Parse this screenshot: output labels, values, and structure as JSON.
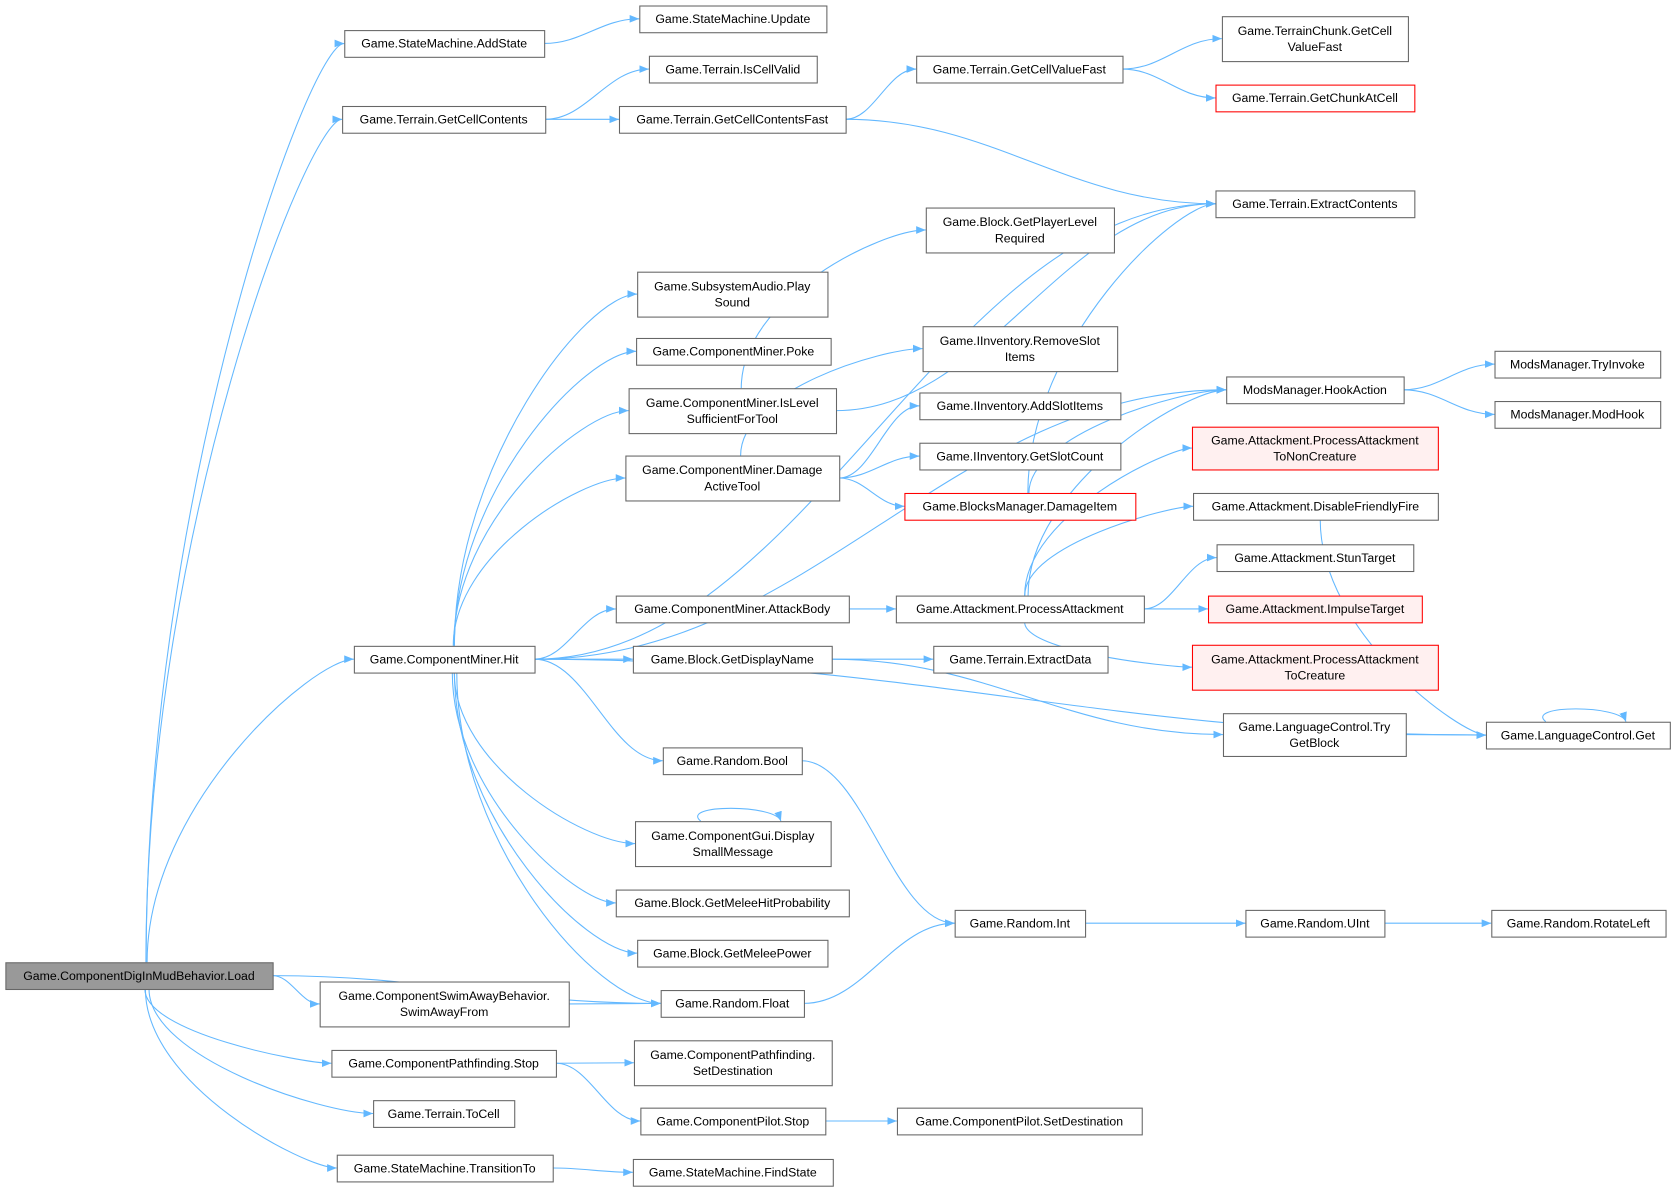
{
  "title": "Call graph of Game.ComponentDigInMudBehavior.Load",
  "colors": {
    "edge": "#63b8ff",
    "root_fill": "#999999",
    "node_border": "#666666",
    "missing_border": "#ff0000"
  },
  "nodes": [
    {
      "id": "load",
      "lines": [
        "Game.ComponentDigInMudBehavior.Load"
      ],
      "style": "root"
    },
    {
      "id": "sm_add",
      "lines": [
        "Game.StateMachine.AddState"
      ]
    },
    {
      "id": "sm_update",
      "lines": [
        "Game.StateMachine.Update"
      ]
    },
    {
      "id": "t_getcc",
      "lines": [
        "Game.Terrain.GetCellContents"
      ]
    },
    {
      "id": "t_valid",
      "lines": [
        "Game.Terrain.IsCellValid"
      ]
    },
    {
      "id": "t_getccf",
      "lines": [
        "Game.Terrain.GetCellContentsFast"
      ]
    },
    {
      "id": "t_gcvf",
      "lines": [
        "Game.Terrain.GetCellValueFast"
      ]
    },
    {
      "id": "tc_gcvf",
      "lines": [
        "Game.TerrainChunk.GetCell",
        "ValueFast"
      ]
    },
    {
      "id": "t_chunk",
      "lines": [
        "Game.Terrain.GetChunkAtCell"
      ],
      "style": "red plain"
    },
    {
      "id": "t_extract",
      "lines": [
        "Game.Terrain.ExtractContents"
      ]
    },
    {
      "id": "b_gplr",
      "lines": [
        "Game.Block.GetPlayerLevel",
        "Required"
      ]
    },
    {
      "id": "audio",
      "lines": [
        "Game.SubsystemAudio.Play",
        "Sound"
      ]
    },
    {
      "id": "poke",
      "lines": [
        "Game.ComponentMiner.Poke"
      ]
    },
    {
      "id": "islevel",
      "lines": [
        "Game.ComponentMiner.IsLevel",
        "SufficientForTool"
      ]
    },
    {
      "id": "damage",
      "lines": [
        "Game.ComponentMiner.Damage",
        "ActiveTool"
      ]
    },
    {
      "id": "removeslot",
      "lines": [
        "Game.IInventory.RemoveSlot",
        "Items"
      ]
    },
    {
      "id": "addslot",
      "lines": [
        "Game.IInventory.AddSlotItems"
      ]
    },
    {
      "id": "getslot",
      "lines": [
        "Game.IInventory.GetSlotCount"
      ]
    },
    {
      "id": "damageitem",
      "lines": [
        "Game.BlocksManager.DamageItem"
      ],
      "style": "red plain"
    },
    {
      "id": "hook",
      "lines": [
        "ModsManager.HookAction"
      ]
    },
    {
      "id": "tryinvoke",
      "lines": [
        "ModsManager.TryInvoke"
      ]
    },
    {
      "id": "modhook",
      "lines": [
        "ModsManager.ModHook"
      ]
    },
    {
      "id": "pa_nc",
      "lines": [
        "Game.Attackment.ProcessAttackment",
        "ToNonCreature"
      ],
      "style": "red"
    },
    {
      "id": "ff",
      "lines": [
        "Game.Attackment.DisableFriendlyFire"
      ]
    },
    {
      "id": "stun",
      "lines": [
        "Game.Attackment.StunTarget"
      ]
    },
    {
      "id": "impulse",
      "lines": [
        "Game.Attackment.ImpulseTarget"
      ],
      "style": "red"
    },
    {
      "id": "pa_c",
      "lines": [
        "Game.Attackment.ProcessAttackment",
        "ToCreature"
      ],
      "style": "red"
    },
    {
      "id": "pa",
      "lines": [
        "Game.Attackment.ProcessAttackment"
      ]
    },
    {
      "id": "attackbody",
      "lines": [
        "Game.ComponentMiner.AttackBody"
      ]
    },
    {
      "id": "hit",
      "lines": [
        "Game.ComponentMiner.Hit"
      ]
    },
    {
      "id": "gdn",
      "lines": [
        "Game.Block.GetDisplayName"
      ]
    },
    {
      "id": "extractdata",
      "lines": [
        "Game.Terrain.ExtractData"
      ]
    },
    {
      "id": "lc_try",
      "lines": [
        "Game.LanguageControl.Try",
        "GetBlock"
      ]
    },
    {
      "id": "lc_get",
      "lines": [
        "Game.LanguageControl.Get"
      ]
    },
    {
      "id": "rbool",
      "lines": [
        "Game.Random.Bool"
      ]
    },
    {
      "id": "gui",
      "lines": [
        "Game.ComponentGui.Display",
        "SmallMessage"
      ]
    },
    {
      "id": "melee_prob",
      "lines": [
        "Game.Block.GetMeleeHitProbability"
      ]
    },
    {
      "id": "melee_pow",
      "lines": [
        "Game.Block.GetMeleePower"
      ]
    },
    {
      "id": "rint",
      "lines": [
        "Game.Random.Int"
      ]
    },
    {
      "id": "ruint",
      "lines": [
        "Game.Random.UInt"
      ]
    },
    {
      "id": "rotate",
      "lines": [
        "Game.Random.RotateLeft"
      ]
    },
    {
      "id": "rfloat",
      "lines": [
        "Game.Random.Float"
      ]
    },
    {
      "id": "swim",
      "lines": [
        "Game.ComponentSwimAwayBehavior.",
        "SwimAwayFrom"
      ]
    },
    {
      "id": "pf_stop",
      "lines": [
        "Game.ComponentPathfinding.Stop"
      ]
    },
    {
      "id": "pf_set",
      "lines": [
        "Game.ComponentPathfinding.",
        "SetDestination"
      ]
    },
    {
      "id": "tocell",
      "lines": [
        "Game.Terrain.ToCell"
      ]
    },
    {
      "id": "pilot_stop",
      "lines": [
        "Game.ComponentPilot.Stop"
      ]
    },
    {
      "id": "pilot_set",
      "lines": [
        "Game.ComponentPilot.SetDestination"
      ]
    },
    {
      "id": "transition",
      "lines": [
        "Game.StateMachine.TransitionTo"
      ]
    },
    {
      "id": "findstate",
      "lines": [
        "Game.StateMachine.FindState"
      ]
    }
  ],
  "edges": [
    [
      "load",
      "sm_add"
    ],
    [
      "load",
      "t_getcc"
    ],
    [
      "load",
      "hit"
    ],
    [
      "load",
      "rfloat"
    ],
    [
      "load",
      "swim"
    ],
    [
      "load",
      "pf_stop"
    ],
    [
      "load",
      "tocell"
    ],
    [
      "load",
      "transition"
    ],
    [
      "sm_add",
      "sm_update"
    ],
    [
      "t_getcc",
      "t_valid"
    ],
    [
      "t_getcc",
      "t_getccf"
    ],
    [
      "t_getccf",
      "t_gcvf"
    ],
    [
      "t_getccf",
      "t_extract"
    ],
    [
      "t_gcvf",
      "tc_gcvf"
    ],
    [
      "t_gcvf",
      "t_chunk"
    ],
    [
      "hit",
      "t_extract"
    ],
    [
      "hit",
      "audio"
    ],
    [
      "hit",
      "poke"
    ],
    [
      "hit",
      "islevel"
    ],
    [
      "hit",
      "damage"
    ],
    [
      "hit",
      "hook"
    ],
    [
      "hit",
      "attackbody"
    ],
    [
      "hit",
      "gdn"
    ],
    [
      "hit",
      "lc_get"
    ],
    [
      "hit",
      "rbool"
    ],
    [
      "hit",
      "gui"
    ],
    [
      "hit",
      "melee_prob"
    ],
    [
      "hit",
      "melee_pow"
    ],
    [
      "hit",
      "rfloat"
    ],
    [
      "islevel",
      "b_gplr"
    ],
    [
      "islevel",
      "t_extract"
    ],
    [
      "damage",
      "removeslot"
    ],
    [
      "damage",
      "addslot"
    ],
    [
      "damage",
      "getslot"
    ],
    [
      "damage",
      "damageitem"
    ],
    [
      "damageitem",
      "hook"
    ],
    [
      "damageitem",
      "t_extract"
    ],
    [
      "hook",
      "tryinvoke"
    ],
    [
      "hook",
      "modhook"
    ],
    [
      "attackbody",
      "pa"
    ],
    [
      "pa",
      "hook"
    ],
    [
      "pa",
      "pa_nc"
    ],
    [
      "pa",
      "ff"
    ],
    [
      "pa",
      "stun"
    ],
    [
      "pa",
      "impulse"
    ],
    [
      "pa",
      "pa_c"
    ],
    [
      "ff",
      "lc_get"
    ],
    [
      "gdn",
      "extractdata"
    ],
    [
      "gdn",
      "lc_try"
    ],
    [
      "lc_try",
      "lc_get"
    ],
    [
      "lc_get",
      "lc_get"
    ],
    [
      "gui",
      "gui"
    ],
    [
      "rbool",
      "rint"
    ],
    [
      "rint",
      "ruint"
    ],
    [
      "ruint",
      "rotate"
    ],
    [
      "rfloat",
      "rint"
    ],
    [
      "swim",
      "rfloat"
    ],
    [
      "pf_stop",
      "pf_set"
    ],
    [
      "pf_stop",
      "pilot_stop"
    ],
    [
      "pilot_stop",
      "pilot_set"
    ],
    [
      "transition",
      "findstate"
    ]
  ]
}
